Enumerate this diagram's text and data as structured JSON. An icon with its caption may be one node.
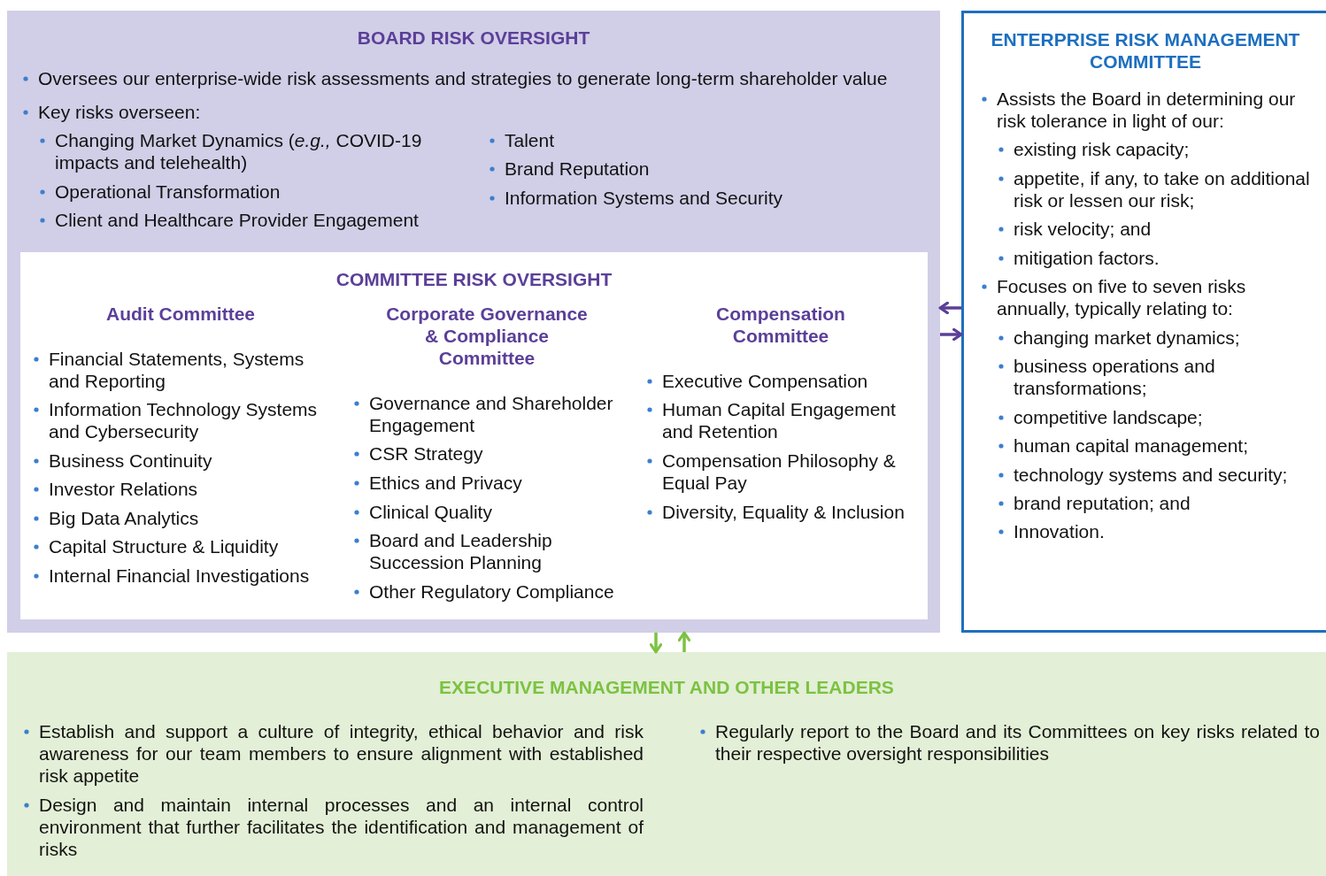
{
  "diagram": {
    "nodes": [
      {
        "text": [
          "BOARD RISK OVERSIGHT",
          "Oversees our enterprise-wide risk assessments and strategies to generate long-term shareholder value",
          "Key risks overseen:",
          "Changing Market Dynamics (*e.g.,* COVID-19 impacts and telehealth)",
          "Operational Transformation",
          "Client and Healthcare Provider Engagement",
          "Talent",
          "Brand Reputation",
          "Information Systems and Security"
        ]
      },
      {
        "text": [
          "COMMITTEE RISK OVERSIGHT"
        ],
        "in": 0
      },
      {
        "text": [
          "Audit Committee",
          "Financial Statements, Systems and Reporting",
          "Information Technology Systems and Cybersecurity",
          "Business Continuity",
          "Investor Relations",
          "Big Data Analytics",
          "Capital Structure & Liquidity",
          "Internal Financial Investigations"
        ],
        "in": 1
      },
      {
        "text": [
          "Corporate Governance & Compliance Committee",
          "Governance and Shareholder Engagement",
          "CSR Strategy",
          "Ethics and Privacy",
          "Clinical Quality",
          "Board and Leadership Succession Planning",
          "Other Regulatory Compliance"
        ],
        "in": 1
      },
      {
        "text": [
          "Compensation Committee",
          "Executive Compensation",
          "Human Capital Engagement and Retention",
          "Compensation Philosophy & Equal Pay",
          "Diversity, Equality & Inclusion"
        ],
        "in": 1
      },
      {
        "text": [
          "ENTERPRISE RISK MANAGEMENT COMMITTEE",
          "Assists the Board in determining our risk tolerance in light of our:",
          "existing risk capacity;",
          "appetite, if any, to take on additional risk or lessen our risk;",
          "risk velocity; and",
          "mitigation factors.",
          "Focuses on five to seven risks annually, typically relating to:",
          "changing market dynamics;",
          "business operations and transformations;",
          "competitive landscape;",
          "human capital management;",
          "technology systems and security;",
          "brand reputation; and",
          "Innovation."
        ]
      },
      {
        "text": [
          "EXECUTIVE MANAGEMENT AND OTHER LEADERS",
          "Establish and support a culture of integrity, ethical behavior and risk awareness for our team members to ensure alignment with established risk appetite",
          "Design and maintain internal processes and an internal control environment that further facilitates the identification and management of risks",
          "Regularly report to the Board and its Committees on key risks related to their respective oversight responsibilities"
        ]
      }
    ],
    "edges": [
      {
        "from": 5,
        "to": 0,
        "arrow": "to",
        "color": "#5b3f98"
      },
      {
        "from": 0,
        "to": 5,
        "arrow": "to",
        "color": "#5b3f98"
      },
      {
        "from": 0,
        "to": 6,
        "arrow": "to",
        "color": "#7cc242"
      },
      {
        "from": 6,
        "to": 0,
        "arrow": "to",
        "color": "#7cc242"
      }
    ]
  }
}
